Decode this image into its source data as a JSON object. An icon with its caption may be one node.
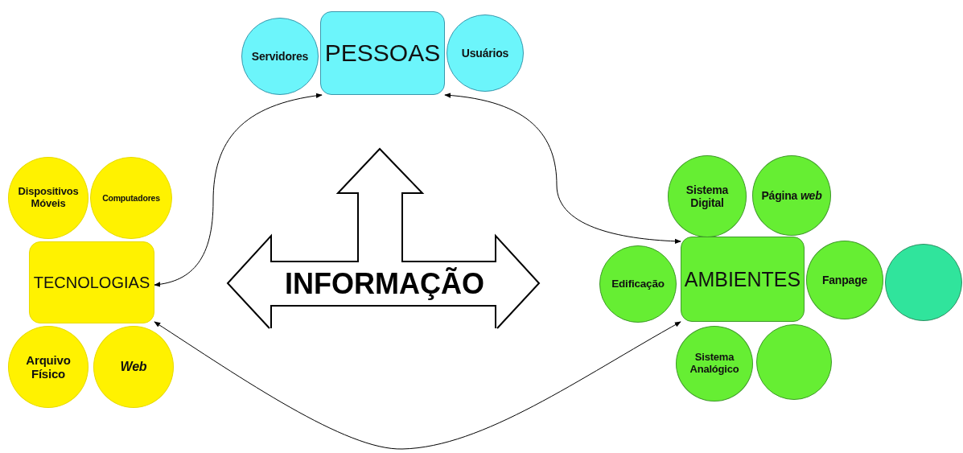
{
  "diagram": {
    "nodes": [
      {
        "text": [
          "Servidores"
        ]
      },
      {
        "text": [
          "PESSOAS"
        ]
      },
      {
        "text": [
          "Usuários"
        ]
      },
      {
        "text": [
          "Dispositivos Móveis"
        ]
      },
      {
        "text": [
          "Computadores"
        ]
      },
      {
        "text": [
          "TECNOLOGIAS"
        ]
      },
      {
        "text": [
          "Arquivo Físico"
        ]
      },
      {
        "text": [
          "Web"
        ]
      },
      {
        "text": [
          "Sistema Digital"
        ]
      },
      {
        "text": [
          "Página *web*"
        ]
      },
      {
        "text": [
          "Edificação"
        ]
      },
      {
        "text": [
          "AMBIENTES"
        ]
      },
      {
        "text": [
          "Fanpage"
        ]
      },
      {
        "text": [],
        "shape": "circle"
      },
      {
        "text": [
          "Sistema Analógico"
        ]
      },
      {
        "text": [],
        "shape": "circle"
      },
      {
        "text": [
          "INFORMAÇÃO"
        ]
      }
    ],
    "edges": [
      {
        "from": 1,
        "to": 5,
        "arrow": "both"
      },
      {
        "from": 1,
        "to": 11,
        "arrow": "both"
      },
      {
        "from": 5,
        "to": 11,
        "arrow": "both"
      }
    ]
  }
}
